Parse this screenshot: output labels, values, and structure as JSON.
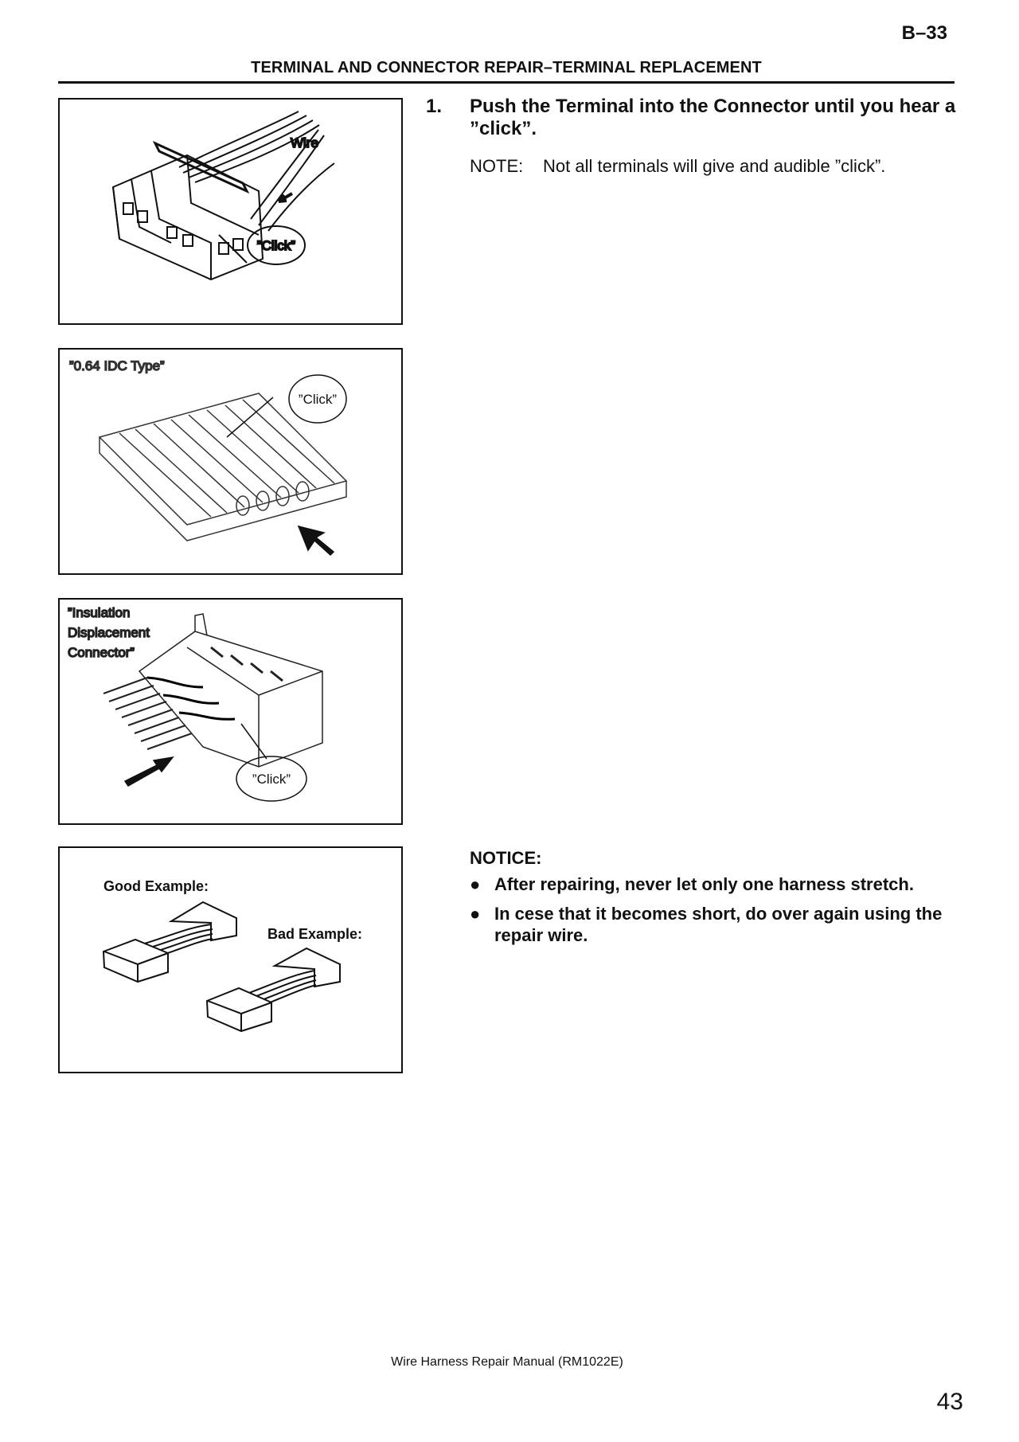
{
  "header": {
    "page_code": "B–33",
    "section_title": "TERMINAL AND CONNECTOR REPAIR–TERMINAL REPLACEMENT"
  },
  "figures": [
    {
      "labels": {
        "wire": "Wire",
        "click": "”Click”"
      }
    },
    {
      "labels": {
        "type": "”0.64 IDC Type”",
        "click": "”Click”"
      }
    },
    {
      "labels": {
        "type_lines": [
          "”Insulation",
          "Displacement",
          "Connector”"
        ],
        "click": "”Click”"
      }
    },
    {
      "labels": {
        "good": "Good Example:",
        "bad": "Bad Example:"
      }
    }
  ],
  "step": {
    "number": "1.",
    "text": "Push the Terminal into the Connector until you hear a ”click”.",
    "note_label": "NOTE:",
    "note_text": "Not all terminals will give and audible ”click”."
  },
  "notice": {
    "heading": "NOTICE:",
    "bullet_icon": "●",
    "items": [
      "After repairing, never let only one harness stretch.",
      "In cese that it becomes short, do over again using the repair wire."
    ]
  },
  "footer": {
    "manual_title": "Wire Harness Repair Manual (RM1022E)",
    "page_number": "43"
  }
}
